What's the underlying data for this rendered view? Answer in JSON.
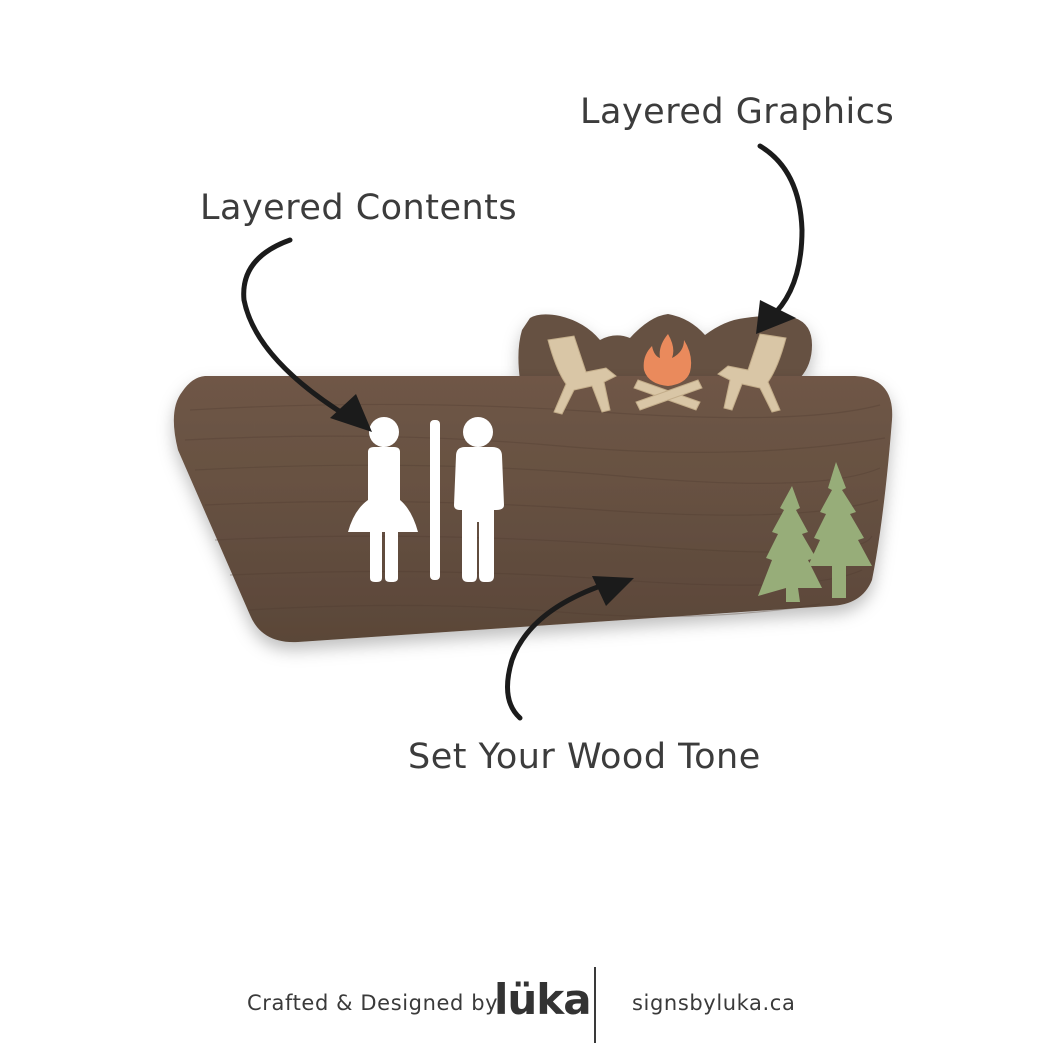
{
  "callouts": {
    "graphics": "Layered Graphics",
    "contents": "Layered Contents",
    "wood": "Set Your Wood Tone"
  },
  "footer": {
    "crafted": "Crafted & Designed by",
    "logo": "lüka",
    "url": "signsbyluka.ca"
  },
  "colors": {
    "wood": "#6a5344",
    "wood_dark": "#4f3c30",
    "chair": "#d9c6a6",
    "fire": "#ea8a5c",
    "tree": "#97ad79",
    "icon": "#ffffff",
    "text": "#3c3c3c"
  },
  "icons": [
    "restroom-icon",
    "adirondack-chair-icon",
    "campfire-icon",
    "pine-tree-icon",
    "arrow-icon"
  ]
}
